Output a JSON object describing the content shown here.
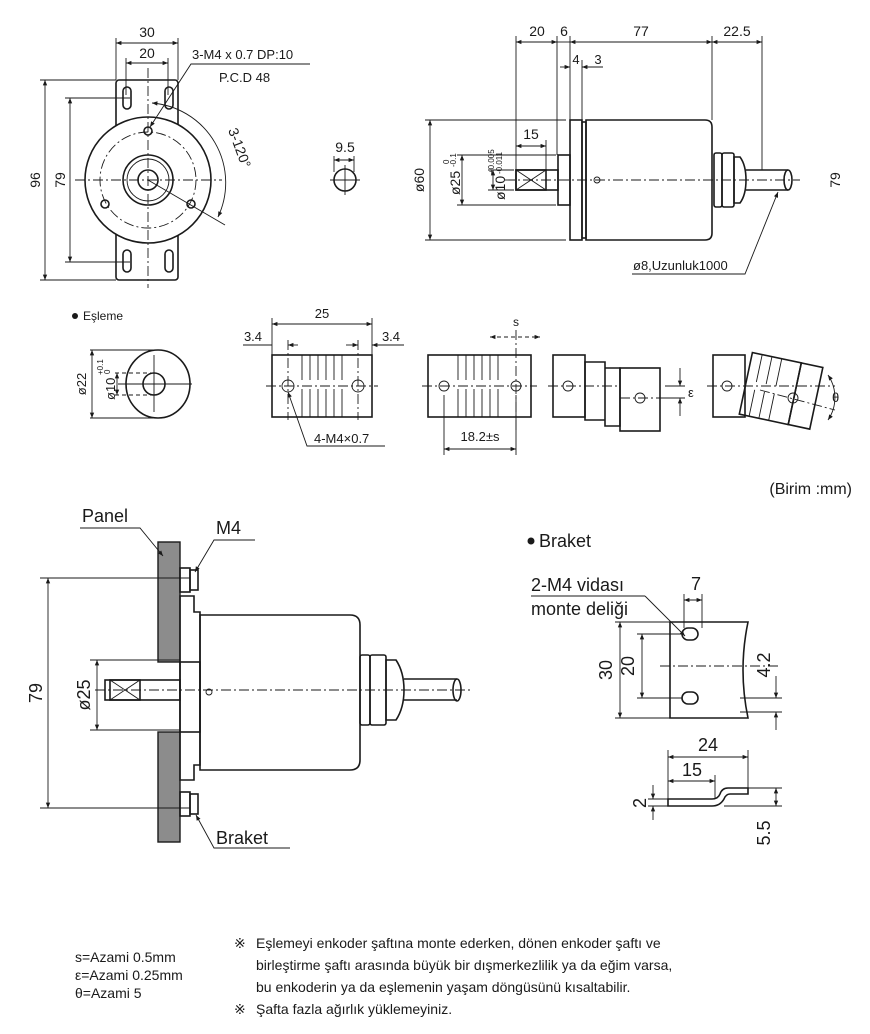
{
  "front_view": {
    "dim_width_outer": "30",
    "dim_width_inner": "20",
    "dim_height_outer": "96",
    "dim_height_inner": "79",
    "hole_spec": "3-M4 x 0.7 DP:10",
    "pcd": "P.C.D 48",
    "angle": "3-120°"
  },
  "shaft_end": {
    "dim_flat": "9.5"
  },
  "side_view": {
    "dim_shaft": "20",
    "dim_hub": "6",
    "dim_body": "77",
    "dim_gland": "22.5",
    "dim_flange": "4",
    "dim_gap": "3",
    "dim_key": "15",
    "dia_body": "ø60",
    "dia_hub": "ø25",
    "dia_hub_tol_upper": "0",
    "dia_hub_tol_lower": "-0.1",
    "dia_shaft": "ø10",
    "dia_shaft_tol_upper": "+0.005",
    "dia_shaft_tol_lower": "-0.011",
    "dim_right": "79",
    "cable": "ø8,Uzunluk1000"
  },
  "coupling": {
    "title": "Eşleme",
    "dia_outer": "ø22",
    "dia_inner": "ø10",
    "dia_inner_tol_upper": "+0.1",
    "dia_inner_tol_lower": "0",
    "dim_length": "25",
    "dim_left": "3.4",
    "dim_right": "3.4",
    "screw": "4-M4×0.7",
    "s_label": "s",
    "dim_gap": "18.2±s",
    "epsilon": "ε",
    "theta": "θ"
  },
  "unit": "(Birim :mm)",
  "mounting": {
    "panel": "Panel",
    "m4": "M4",
    "braket": "Braket",
    "dim_height": "79",
    "dim_dia": "ø25"
  },
  "bracket": {
    "title": "Braket",
    "hole_line1": "2-M4 vidası",
    "hole_line2": "monte deliği",
    "dim_slot": "7",
    "dim_height": "30",
    "dim_pitch": "20",
    "dim_offset": "4.2",
    "dim_length": "24",
    "dim_inner": "15",
    "dim_thick": "2",
    "dim_step": "5.5"
  },
  "tolerances": [
    "s=Azami 0.5mm",
    "ε=Azami 0.25mm",
    "θ=Azami 5"
  ],
  "notes": {
    "mark": "※",
    "note1_lines": [
      "Eşlemeyi enkoder şaftına monte ederken, dönen enkoder şaftı ve",
      "birleştirme şaftı arasında büyük bir dışmerkezlilik ya da eğim varsa,",
      "bu enkoderin ya da eşlemenin yaşam döngüsünü kısaltabilir."
    ],
    "note2": "Şafta fazla ağırlık yüklemeyiniz."
  }
}
